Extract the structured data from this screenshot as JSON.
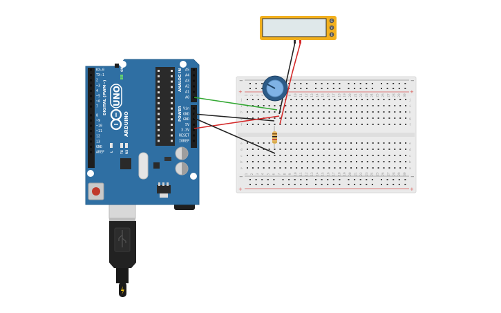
{
  "arduino": {
    "brand": "ARDUINO",
    "model": "UNO",
    "digital_label": "DIGITAL (PWM~)",
    "analog_label": "ANALOG IN",
    "power_label": "POWER",
    "on_label": "ON",
    "l_label": "L",
    "tx_label": "TX",
    "rx_label": "RX",
    "digital_pins": [
      "RX←0",
      "TX→1",
      "2",
      "~3",
      "4",
      "~5",
      "~6",
      "7",
      "8",
      "~9",
      "~10",
      "~11",
      "12",
      "13",
      "GND",
      "AREF"
    ],
    "analog_pins": [
      "A5",
      "A4",
      "A3",
      "A2",
      "A1",
      "A0"
    ],
    "power_pins": [
      "Vin",
      "GND",
      "GND",
      "5V",
      "3.3V",
      "RESET",
      "IOREF"
    ],
    "colors": {
      "board": "#2f6fa3",
      "header": "#222222",
      "chip": "#2a2a2a"
    }
  },
  "breadboard": {
    "row_letters_top": [
      "j",
      "i",
      "h",
      "g",
      "f"
    ],
    "row_letters_bottom": [
      "e",
      "d",
      "c",
      "b",
      "a"
    ],
    "columns": 30,
    "rail_plus": "+",
    "rail_minus": "−",
    "colors": {
      "body": "#ebebeb",
      "hole": "#3c3c3c",
      "red_line": "#d9534f",
      "black_line": "#333333"
    }
  },
  "lcd": {
    "pin_labels": [
      "G",
      "V",
      "S"
    ],
    "colors": {
      "frame": "#f2b01e",
      "screen": "#dfe8ea"
    }
  },
  "wires": {
    "colors": {
      "green": "#33a833",
      "red": "#d42a2a",
      "black": "#222222"
    }
  },
  "potentiometer": {
    "colors": {
      "body": "#2d5b87",
      "knob": "#7fb2e5"
    }
  },
  "resistor": {
    "colors": {
      "body": "#e7b862"
    }
  }
}
